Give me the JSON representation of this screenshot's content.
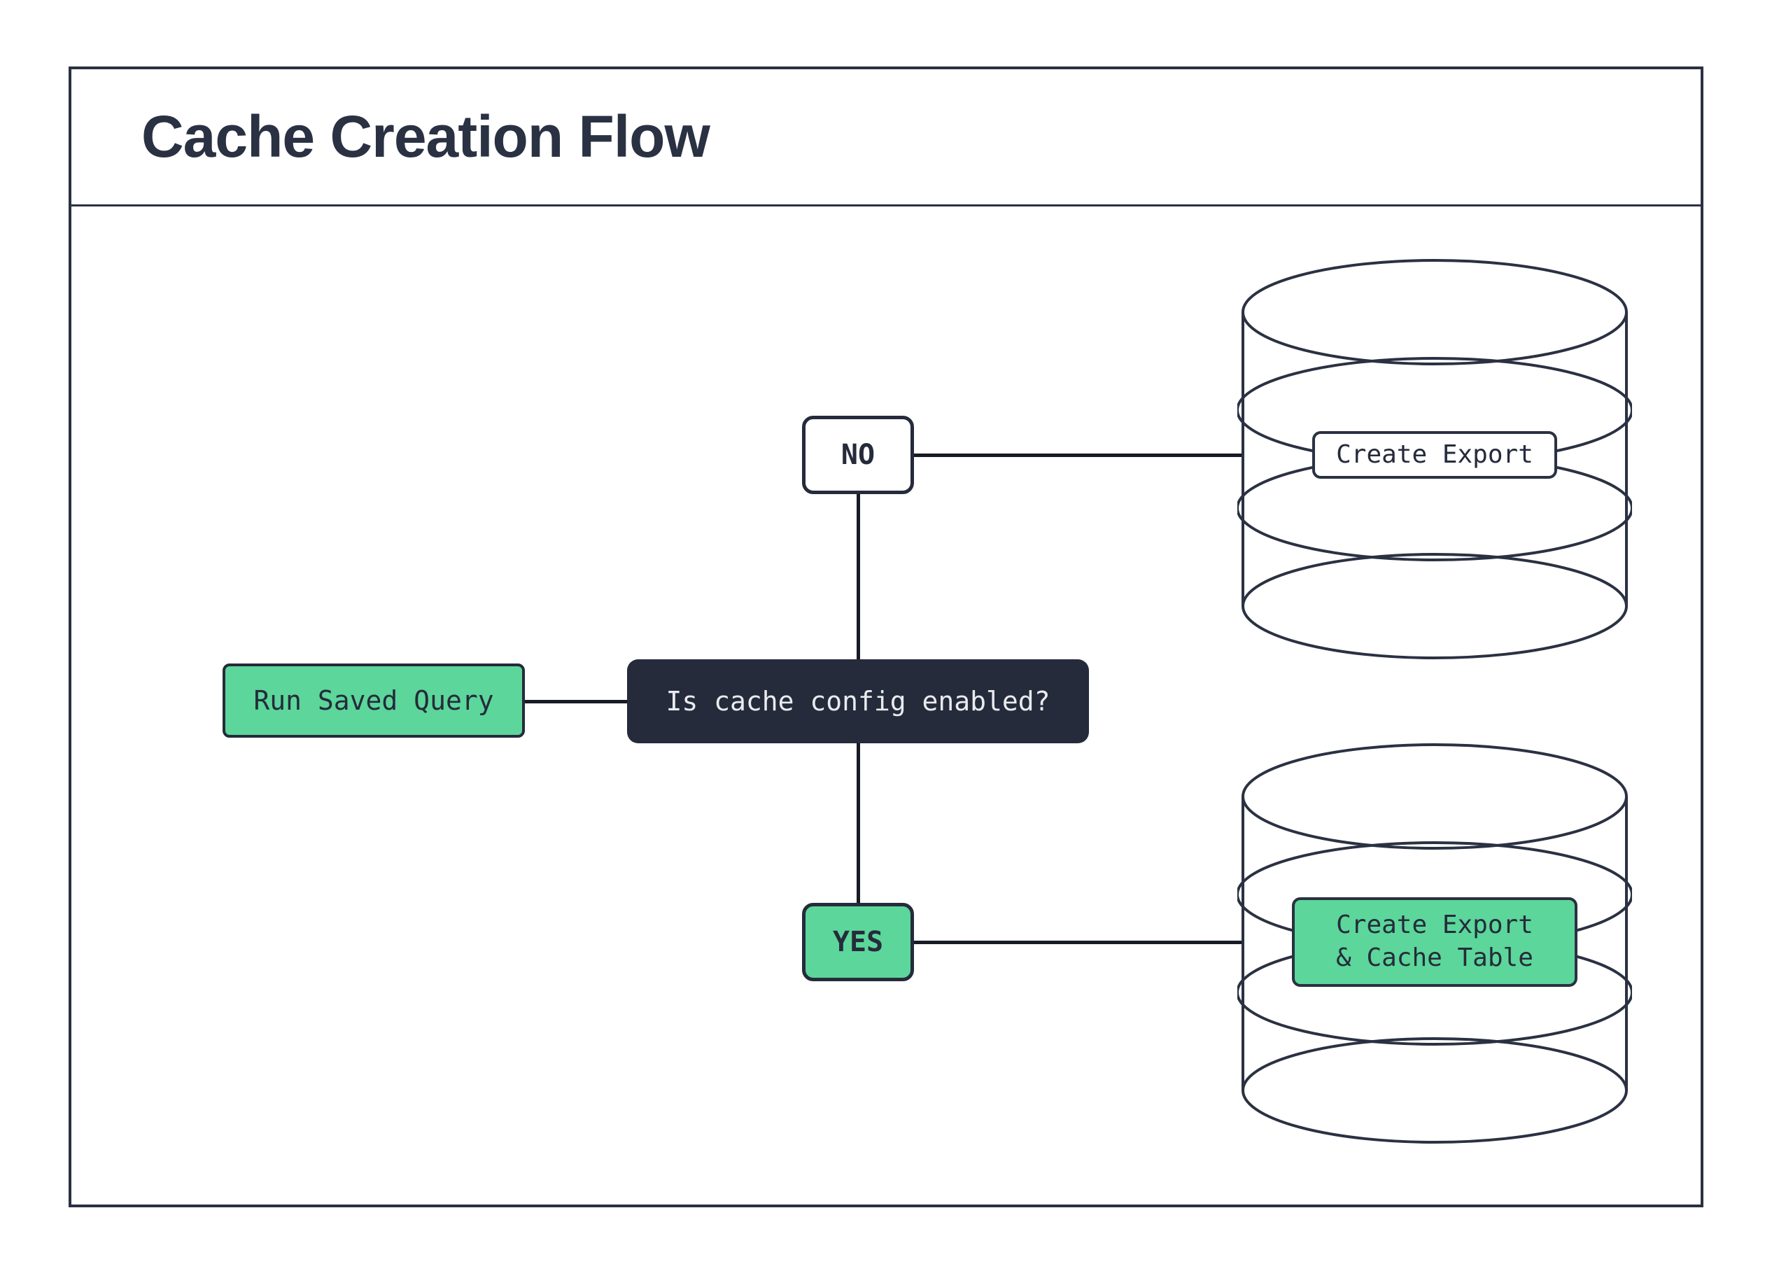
{
  "title": "Cache Creation Flow",
  "colors": {
    "ink": "#2a3142",
    "line": "#171b26",
    "green": "#5cd69a",
    "dark": "#252b3b",
    "lighttext": "#e9ebef",
    "bg": "#ffffff"
  },
  "flow": {
    "start": {
      "label": "Run Saved Query"
    },
    "decision": {
      "label": "Is cache config enabled?"
    },
    "branch_no": {
      "label": "NO"
    },
    "branch_yes": {
      "label": "YES"
    },
    "no_result": {
      "label": "Create Export"
    },
    "yes_result": {
      "line1": "Create Export",
      "line2": "& Cache Table"
    }
  }
}
